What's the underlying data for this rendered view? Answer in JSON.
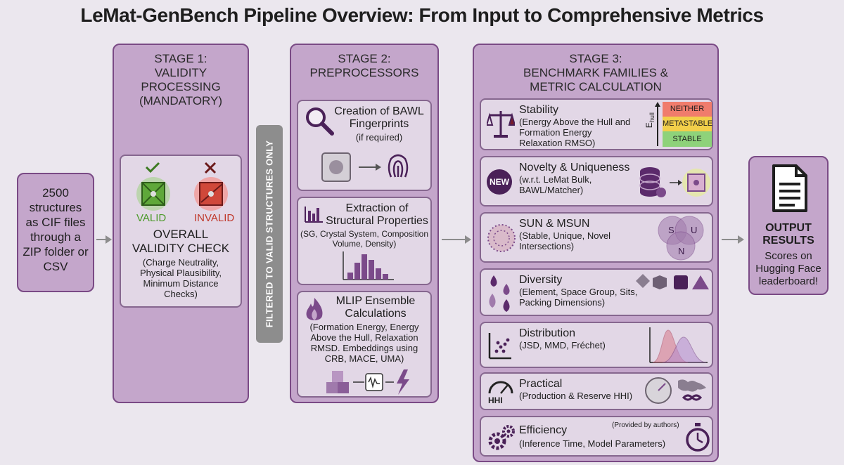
{
  "title": "LeMat-GenBench Pipeline Overview: From Input to Comprehensive Metrics",
  "input": {
    "text": "2500 structures as CIF files through a ZIP folder or CSV"
  },
  "stage1": {
    "header": [
      "STAGE 1:",
      "VALIDITY PROCESSING",
      "(MANDATORY)"
    ],
    "valid_label": "VALID",
    "invalid_label": "INVALID",
    "check_title": [
      "OVERALL",
      "VALIDITY CHECK"
    ],
    "check_desc": [
      "(Charge Neutrality,",
      "Physical Plausibility,",
      "Minimum Distance",
      "Checks)"
    ]
  },
  "filter_label": "FILTERED TO VALID STRUCTURES ONLY",
  "stage2": {
    "header": [
      "STAGE 2:",
      "PREPROCESSORS"
    ],
    "cards": [
      {
        "title": [
          "Creation of BAWL",
          "Fingerprints"
        ],
        "desc": [
          "(if required)"
        ]
      },
      {
        "title": [
          "Extraction of",
          "Structural Properties"
        ],
        "desc": [
          "(SG, Crystal System, Composition",
          "Volume, Density)"
        ]
      },
      {
        "title": [
          "MLIP Ensemble",
          "Calculations"
        ],
        "desc": [
          "(Formation Energy, Energy",
          "Above the Hull, Relaxation",
          "RMSD. Embeddings using",
          "CRB, MACE, UMA)"
        ]
      }
    ]
  },
  "stage3": {
    "header": [
      "STAGE 3:",
      "BENCHMARK FAMILIES &",
      "METRIC CALCULATION"
    ],
    "metrics": [
      {
        "title": "Stability",
        "desc": [
          "(Energy Above the Hull and",
          "Formation Energy",
          "Relaxation RMSO)"
        ]
      },
      {
        "title": "Novelty & Uniqueness",
        "desc": [
          "(w.r.t. LeMat Bulk,",
          "BAWL/Matcher)"
        ]
      },
      {
        "title": "SUN & MSUN",
        "desc": [
          "(Stable, Unique, Novel",
          "Intersections)"
        ]
      },
      {
        "title": "Diversity",
        "desc": [
          "(Element, Space Group, Sits,",
          "Packing Dimensions)"
        ]
      },
      {
        "title": "Distribution",
        "desc": [
          "(JSD, MMD, Fréchet)"
        ]
      },
      {
        "title": "Practical",
        "desc": [
          "(Production & Reserve HHI)"
        ]
      },
      {
        "title": "Efficiency",
        "desc": [
          "(Inference Time, Model Parameters)"
        ]
      }
    ],
    "stability_scale": [
      "NEITHER",
      "METASTABLE",
      "STABLE"
    ],
    "stability_axis": "E",
    "stability_axis_sub": "hull",
    "new_badge": "NEW",
    "hhi_label": "HHI",
    "venn": [
      "S",
      "U",
      "N"
    ],
    "provided_note": "(Provided by authors)"
  },
  "output": {
    "title": [
      "OUTPUT",
      "RESULTS"
    ],
    "desc": [
      "Scores on",
      "Hugging Face",
      "leaderboard!"
    ]
  },
  "colors": {
    "stage_fill": "#c4a6cb",
    "card_fill": "#e2d7e6",
    "accent": "#5b2a6b",
    "valid": "#4c9a2a",
    "invalid": "#c0392b"
  }
}
